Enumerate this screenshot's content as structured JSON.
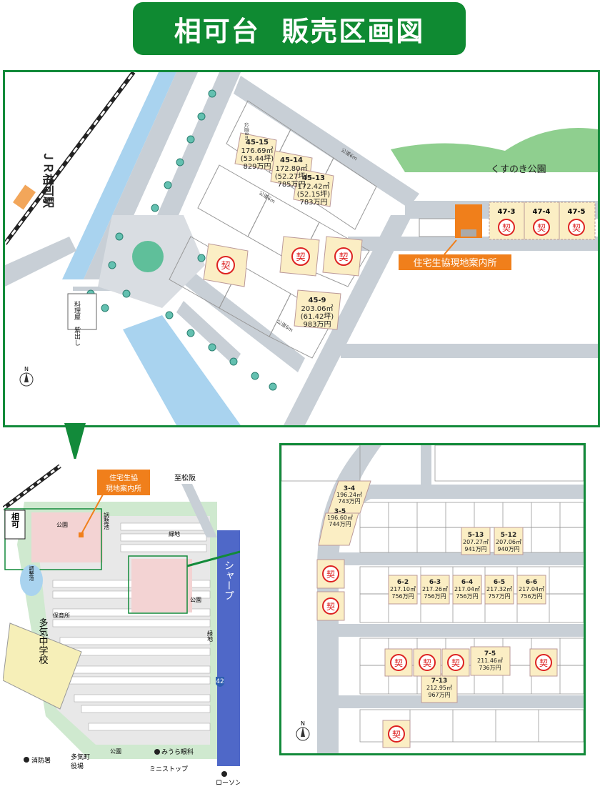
{
  "page_title": "相可台  販売区画図",
  "top_map": {
    "station_label": "ＪＲ相可駅",
    "park_label": "くすのき公園",
    "office_label": "住宅生協現地案内所",
    "shop_label": "料理屋　紫出し",
    "road_6m_label": "公道6m",
    "road_8m_label": "公道8m",
    "contract_mark": "契",
    "north_label": "N",
    "lots": [
      {
        "id": "45-15",
        "area": "176.69㎡",
        "tsubo": "(53.44坪)",
        "price": "829万円"
      },
      {
        "id": "45-14",
        "area": "172.80㎡",
        "tsubo": "(52.27坪)",
        "price": "785万円"
      },
      {
        "id": "45-13",
        "area": "172.42㎡",
        "tsubo": "(52.15坪)",
        "price": "783万円"
      },
      {
        "id": "45-9",
        "area": "203.06㎡",
        "tsubo": "(61.42坪)",
        "price": "983万円"
      }
    ],
    "park_lots": [
      "47-3",
      "47-4",
      "47-5"
    ]
  },
  "overview_map": {
    "office_label_1": "住宅生協",
    "office_label_2": "現地案内所",
    "to_matsusaka": "至松阪",
    "park": "公園",
    "pond": "調整池",
    "green": "緑地",
    "nursery": "保育所",
    "school": "多気中学校",
    "sharp": "シャープ",
    "route": "42",
    "fire": "消防署",
    "town_office_1": "多気町",
    "town_office_2": "役場",
    "clinic": "みうら眼科",
    "ministop": "ミニストップ",
    "lawson": "ローソン",
    "station_short": "相可"
  },
  "detail_map": {
    "contract_mark": "契",
    "north_label": "N",
    "lots": [
      {
        "id": "3-4",
        "area": "196.24㎡",
        "price": "743万円"
      },
      {
        "id": "3-5",
        "area": "196.60㎡",
        "price": "744万円"
      },
      {
        "id": "5-13",
        "area": "207.27㎡",
        "price": "941万円"
      },
      {
        "id": "5-12",
        "area": "207.06㎡",
        "price": "940万円"
      },
      {
        "id": "6-2",
        "area": "217.10㎡",
        "price": "756万円"
      },
      {
        "id": "6-3",
        "area": "217.26㎡",
        "price": "756万円"
      },
      {
        "id": "6-4",
        "area": "217.04㎡",
        "price": "756万円"
      },
      {
        "id": "6-5",
        "area": "217.32㎡",
        "price": "757万円"
      },
      {
        "id": "6-6",
        "area": "217.04㎡",
        "price": "756万円"
      },
      {
        "id": "7-5",
        "area": "211.46㎡",
        "price": "736万円"
      },
      {
        "id": "7-13",
        "area": "212.95㎡",
        "price": "967万円"
      }
    ]
  },
  "colors": {
    "green": "#128a3a",
    "road": "#c8cfd6",
    "lot": "#fbeec4",
    "orange": "#f07f1b",
    "park": "#8fcf8f",
    "water": "#a9d3ef"
  }
}
